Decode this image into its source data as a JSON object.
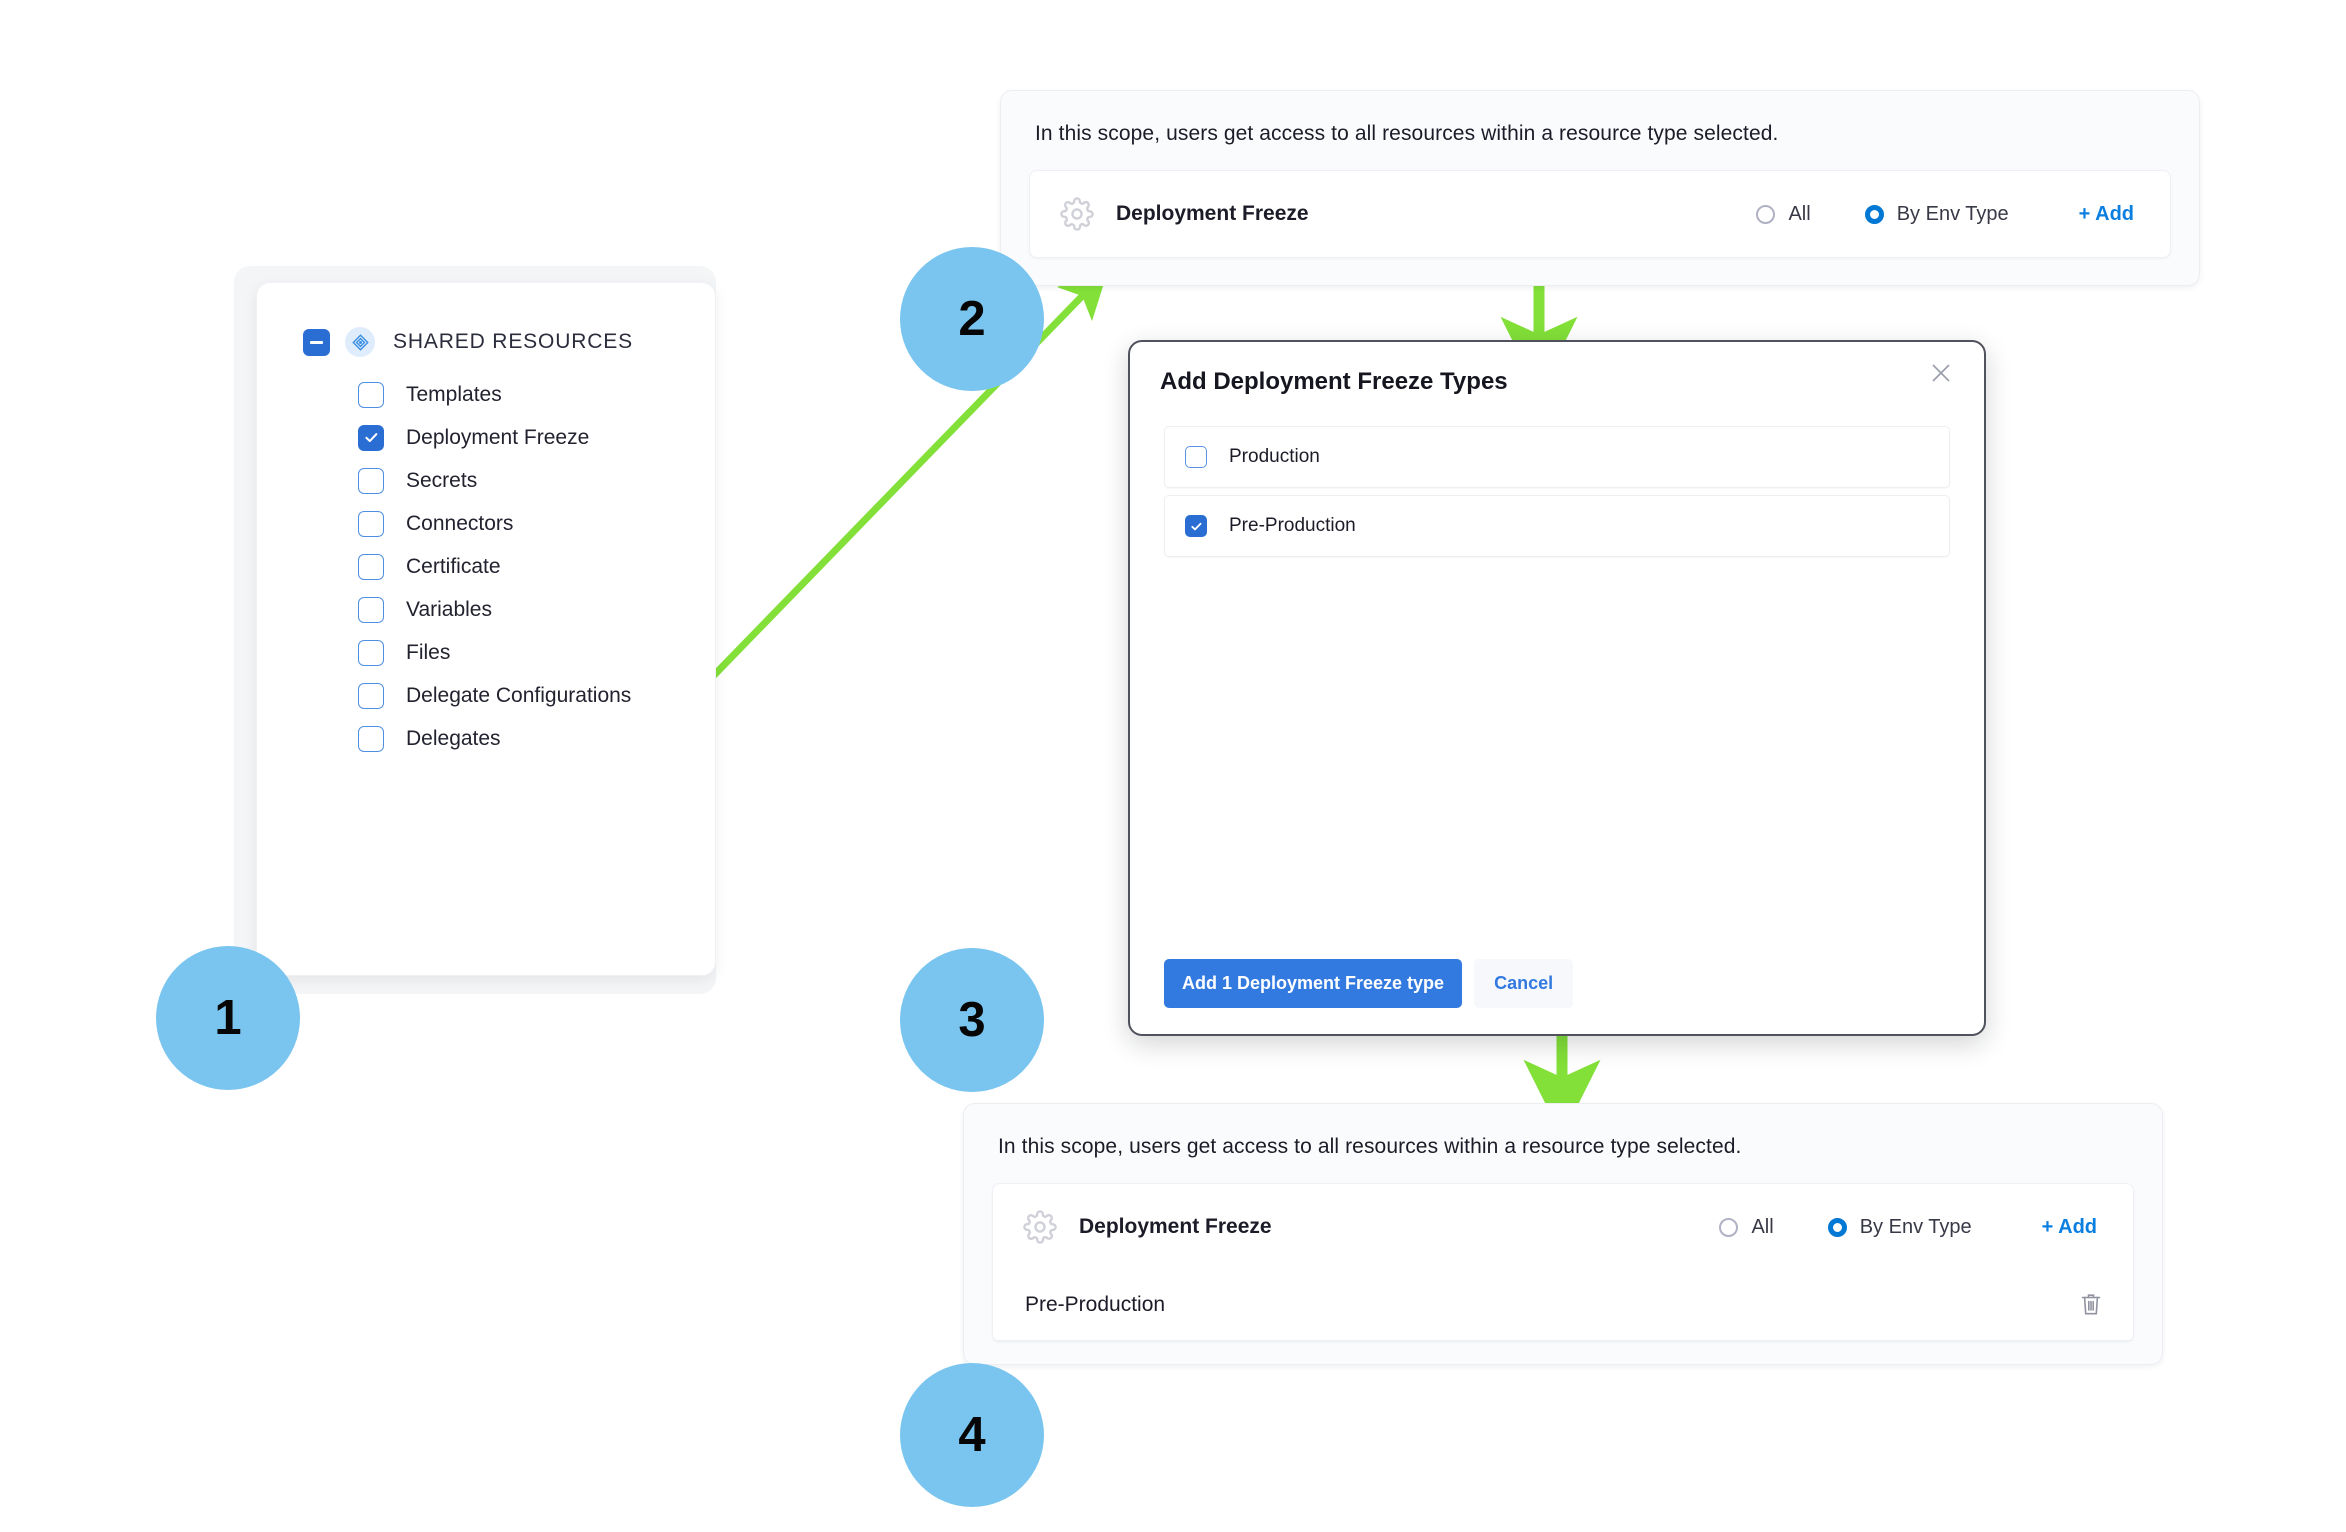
{
  "resource_tree": {
    "header_label": "SHARED RESOURCES",
    "expand_icon": "minus-square-icon",
    "type_icon": "shared-resources-diamond-icon",
    "items": [
      {
        "label": "Templates",
        "checked": false
      },
      {
        "label": "Deployment Freeze",
        "checked": true
      },
      {
        "label": "Secrets",
        "checked": false
      },
      {
        "label": "Connectors",
        "checked": false
      },
      {
        "label": "Certificate",
        "checked": false
      },
      {
        "label": "Variables",
        "checked": false
      },
      {
        "label": "Files",
        "checked": false
      },
      {
        "label": "Delegate Configurations",
        "checked": false
      },
      {
        "label": "Delegates",
        "checked": false
      }
    ]
  },
  "scope_panel_top": {
    "hint": "In this scope, users get access to all resources within a resource type selected.",
    "resource_name": "Deployment Freeze",
    "resource_icon": "gear-icon",
    "radio_all_label": "All",
    "radio_env_label": "By Env Type",
    "radio_selected": "By Env Type",
    "add_label": "+ Add"
  },
  "modal": {
    "title": "Add Deployment Freeze Types",
    "close_icon": "close-icon",
    "options": [
      {
        "label": "Production",
        "checked": false
      },
      {
        "label": "Pre-Production",
        "checked": true
      }
    ],
    "primary_button": "Add 1 Deployment Freeze type",
    "cancel_button": "Cancel"
  },
  "scope_panel_bottom": {
    "hint": "In this scope, users get access to all resources within a resource type selected.",
    "resource_name": "Deployment Freeze",
    "resource_icon": "gear-icon",
    "radio_all_label": "All",
    "radio_env_label": "By Env Type",
    "radio_selected": "By Env Type",
    "add_label": "+ Add",
    "selected_items": [
      {
        "label": "Pre-Production",
        "delete_icon": "trash-icon"
      }
    ]
  },
  "steps": [
    {
      "number": "1"
    },
    {
      "number": "2"
    },
    {
      "number": "3"
    },
    {
      "number": "4"
    }
  ],
  "colors": {
    "accent_blue": "#2a6ed4",
    "link_blue": "#0b7fe0",
    "step_bubble": "#7ac5ef",
    "arrow_green": "#82e038",
    "panel_bg": "#fafbfd"
  }
}
